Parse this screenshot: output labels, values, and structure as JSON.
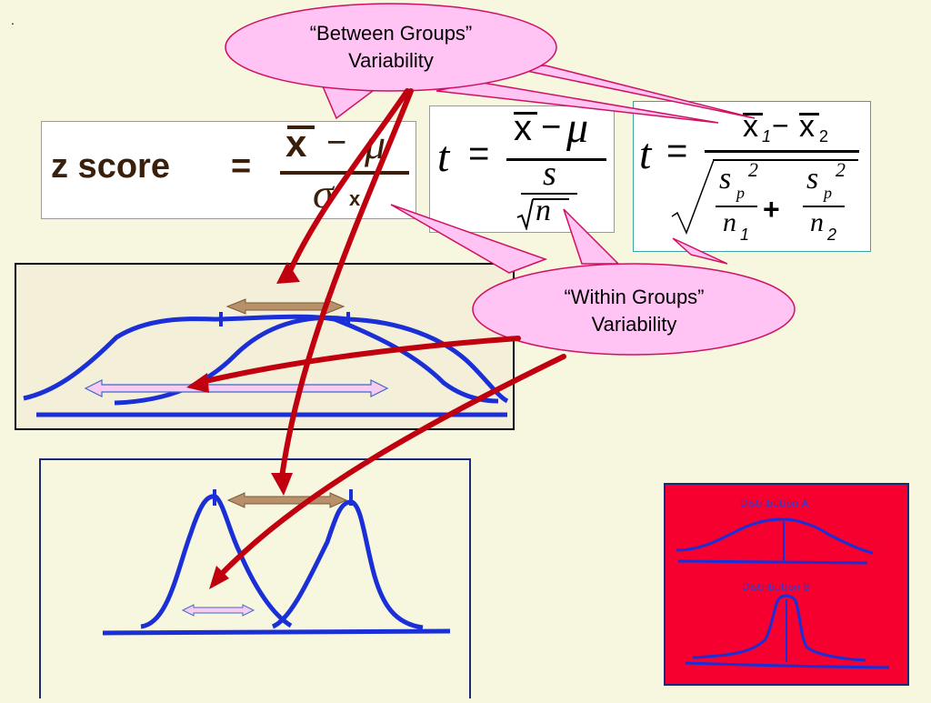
{
  "slide": {
    "dot": ".",
    "callouts": {
      "between_line1": "“Between Groups”",
      "between_line2": "Variability",
      "within_line1": "“Within Groups”",
      "within_line2": "Variability"
    },
    "formulas": {
      "z_label": "z score",
      "z_equals": "=",
      "z_num_x": "x",
      "z_num_minus": "−",
      "z_num_mu": "μ",
      "z_den_sigma": "σ",
      "z_den_sub": "x",
      "t1_t": "t",
      "t1_equals": "=",
      "t1_num_x": "x",
      "t1_num_minus": "−",
      "t1_num_mu": "μ",
      "t1_den_s": "s",
      "t1_den_n": "n",
      "t2_t": "t",
      "t2_equals": "=",
      "t2_num_x1": "x",
      "t2_num_sub1": "1",
      "t2_num_minus": "−",
      "t2_num_x2": "x",
      "t2_num_sub2": "2",
      "t2_sp": "s",
      "t2_p": "p",
      "t2_sq": "2",
      "t2_n": "n",
      "t2_n1": "1",
      "t2_n2": "2",
      "t2_plus": "+"
    },
    "distributions": {
      "label_a": "Distribution A",
      "label_b": "Distribution B"
    },
    "colors": {
      "background": "#f7f6df",
      "callout_fill": "#ffc4f4",
      "callout_stroke": "#d01060",
      "arrow": "#c0000f",
      "curve": "#1a2fd6",
      "panel_fill": "#f3efd8",
      "red_panel": "#f5002f",
      "brown_arrow": "#b8906a",
      "formula_text": "#3a1f0a"
    }
  }
}
